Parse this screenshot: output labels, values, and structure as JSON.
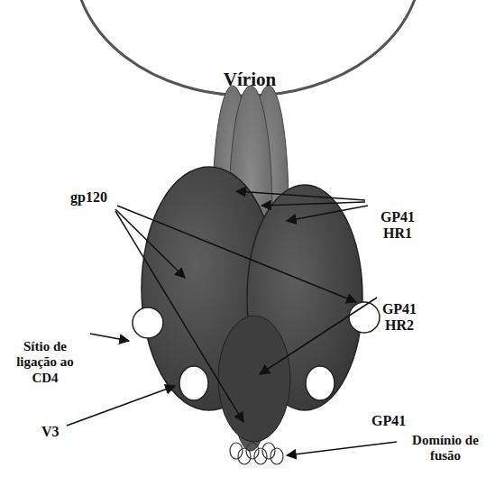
{
  "diagram": {
    "labels": [
      "Vírion",
      "GP41 HR1",
      "gp120",
      "Sítio de ligação ao CD4",
      "GP41 HR2",
      "V3",
      "GP41",
      "Domínio de fusão"
    ]
  }
}
